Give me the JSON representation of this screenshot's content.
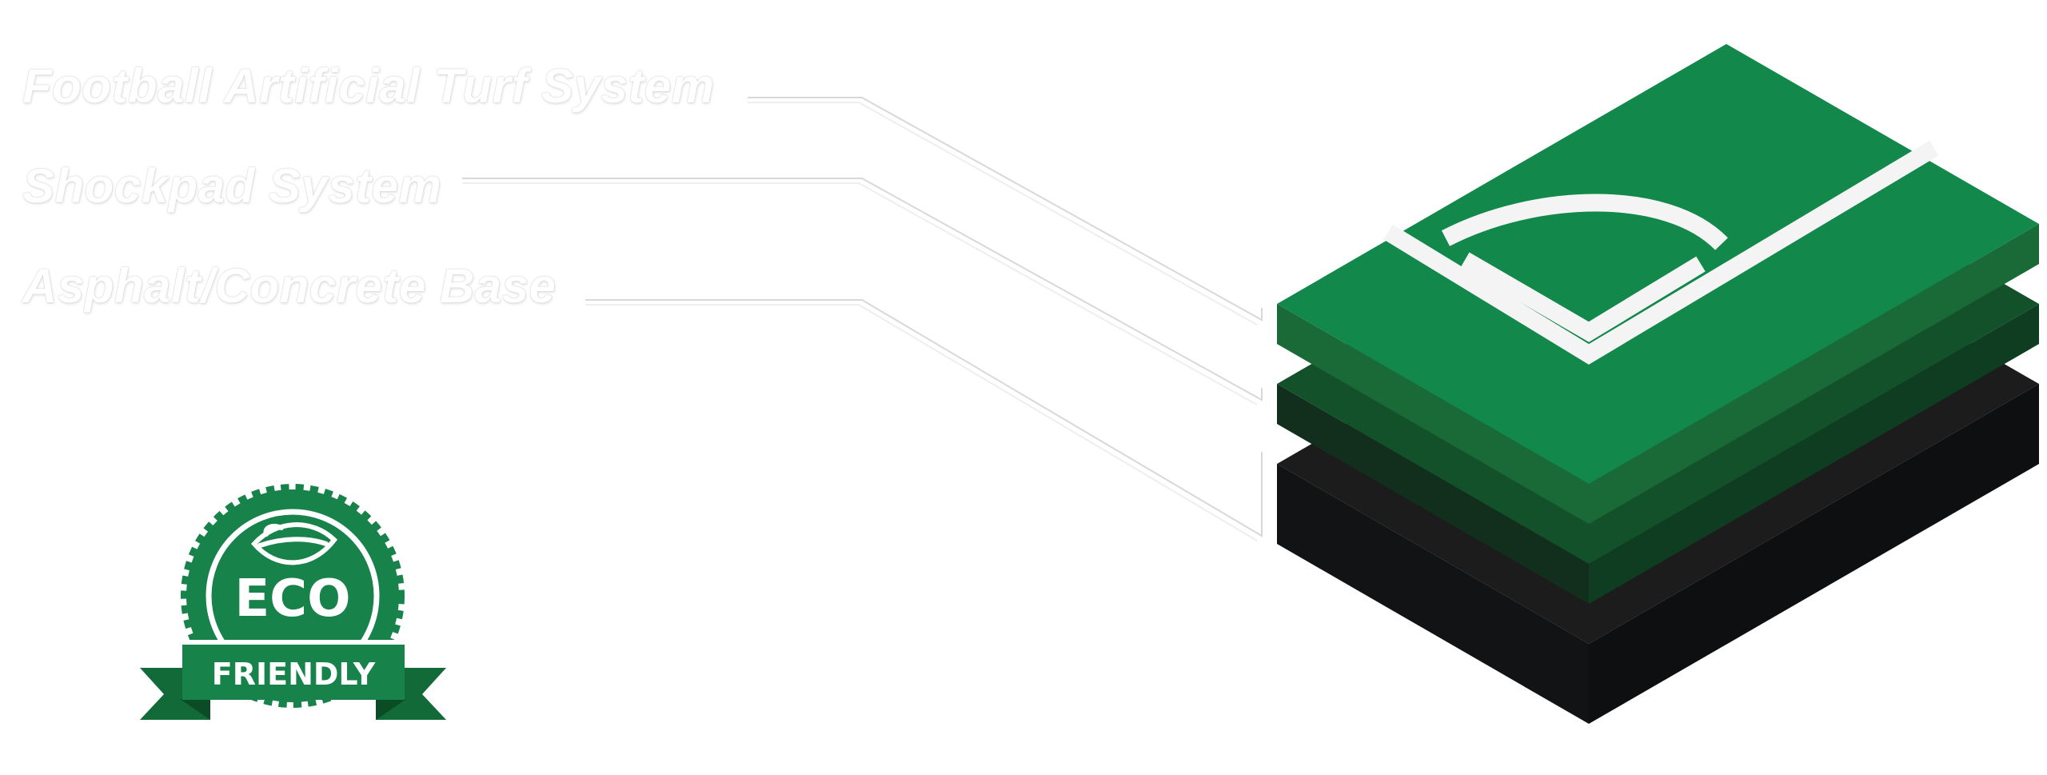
{
  "layers": [
    {
      "label": "Football Artificial Turf System"
    },
    {
      "label": "Shockpad System"
    },
    {
      "label": "Asphalt/Concrete Base"
    }
  ],
  "badge": {
    "title": "ECO",
    "ribbon": "FRIENDLY",
    "icon": "leaf-icon"
  },
  "colors": {
    "turf": "#12884B",
    "turf_dark": "#1A6A37",
    "shockpad": "#13512A",
    "shockpad_dark": "#0E3D21",
    "base_left": "#1C1C1C",
    "base_right": "#0E1012",
    "badge_green": "#17824A",
    "ribbon_dark": "#116A38"
  }
}
